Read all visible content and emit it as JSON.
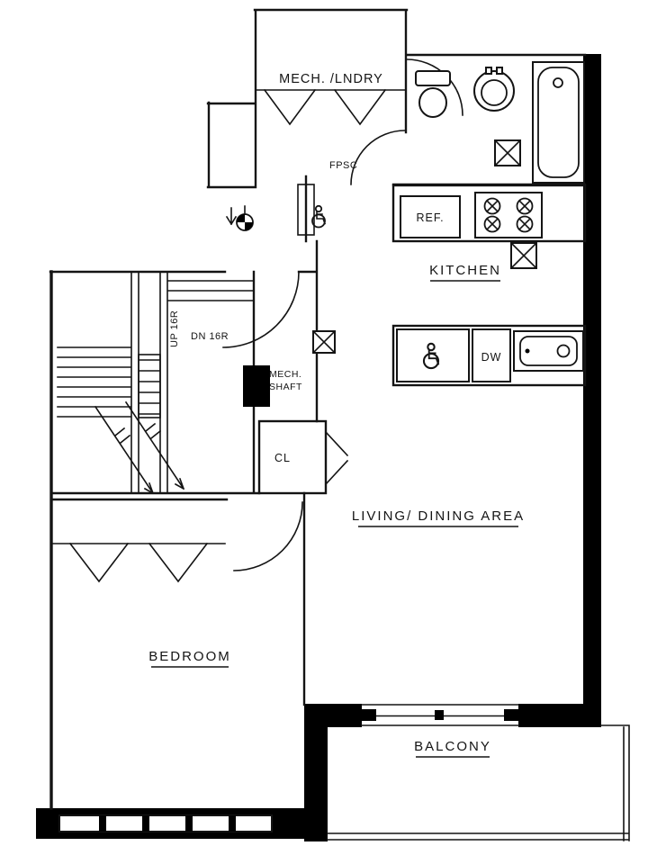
{
  "colors": {
    "ink": "#141414",
    "wall": "#000000",
    "paper": "#ffffff"
  },
  "rooms": {
    "mech_laundry": "MECH. /LNDRY",
    "kitchen": "KITCHEN",
    "living_dining": "LIVING/ DINING AREA",
    "bedroom": "BEDROOM",
    "balcony": "BALCONY",
    "closet": "CL"
  },
  "fixtures": {
    "refrigerator": "REF.",
    "dishwasher": "DW"
  },
  "stairs": {
    "up": "UP 16R",
    "down": "DN 16R"
  },
  "annotations": {
    "fpsc": "FPSC",
    "mech_shaft_line1": "MECH.",
    "mech_shaft_line2": "SHAFT"
  }
}
